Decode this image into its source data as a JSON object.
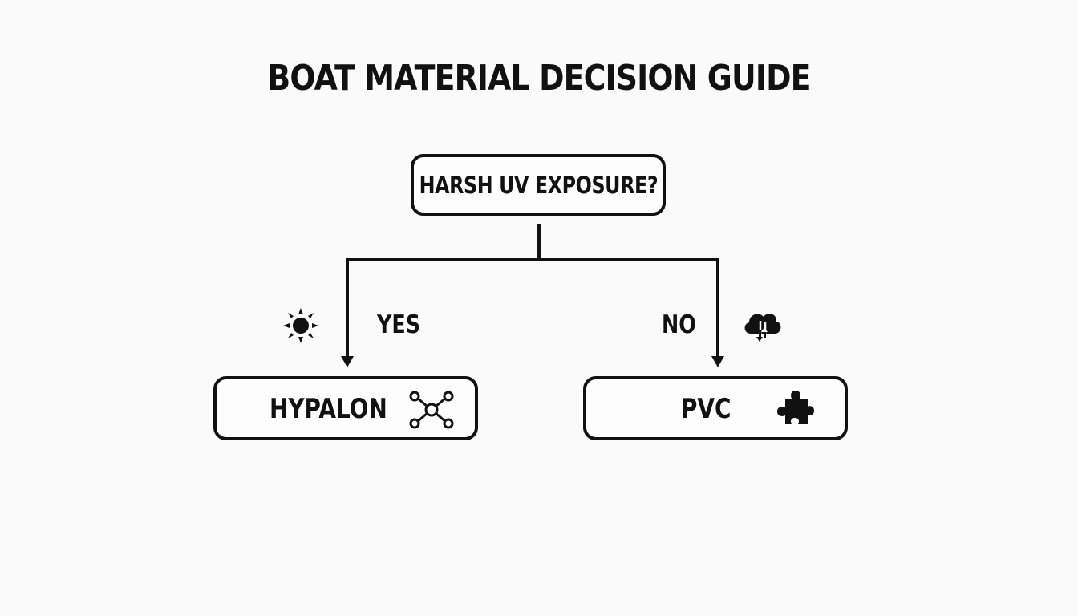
{
  "title": "BOAT MATERIAL DECISION GUIDE",
  "decision": {
    "question": "HARSH UV EXPOSURE?",
    "branches": [
      {
        "answer": "YES",
        "result": "HYPALON",
        "answer_icon": "sun-icon",
        "result_icon": "molecule-network-icon"
      },
      {
        "answer": "NO",
        "result": "PVC",
        "answer_icon": "cloud-transfer-icon",
        "result_icon": "puzzle-piece-icon"
      }
    ]
  },
  "colors": {
    "line": "#111111",
    "background": "#fafafa"
  }
}
